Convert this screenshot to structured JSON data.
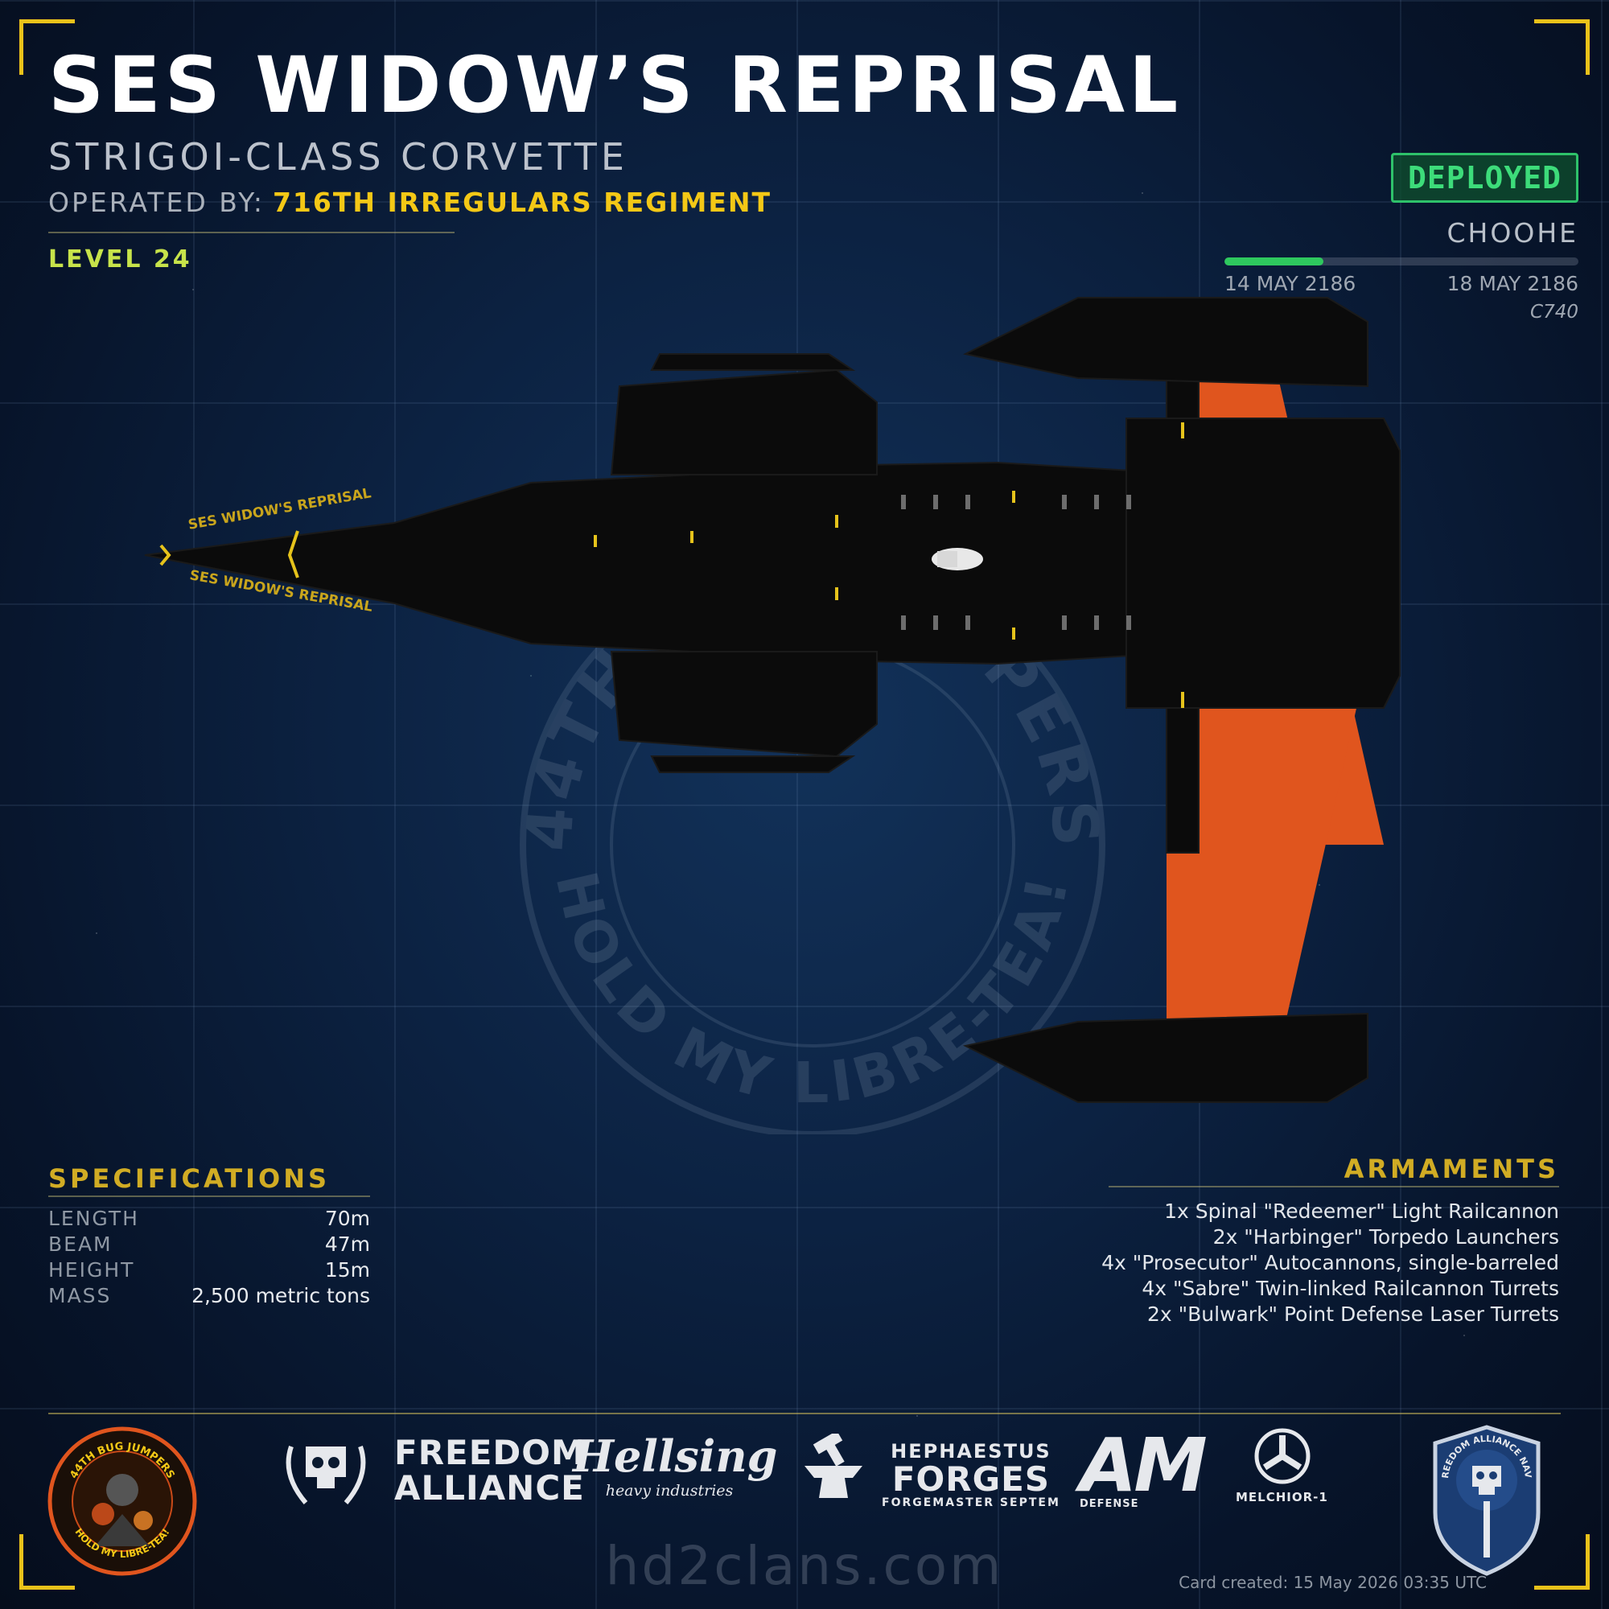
{
  "ship": {
    "name": "SES WIDOW’S REPRISAL",
    "class": "STRIGOI-CLASS CORVETTE",
    "operated_label": "OPERATED BY:",
    "operator": "716TH IRREGULARS REGIMENT",
    "level": "LEVEL 24",
    "hull_text": "SES WIDOW'S REPRISAL"
  },
  "deployment": {
    "status": "DEPLOYED",
    "location": "CHOOHE",
    "progress": 0.28,
    "start_date": "14 MAY 2186",
    "end_date": "18 MAY 2186",
    "code": "C740"
  },
  "specifications": {
    "heading": "SPECIFICATIONS",
    "rows": [
      {
        "label": "LENGTH",
        "value": "70m"
      },
      {
        "label": "BEAM",
        "value": "47m"
      },
      {
        "label": "HEIGHT",
        "value": "15m"
      },
      {
        "label": "MASS",
        "value": "2,500 metric tons"
      }
    ]
  },
  "armaments": {
    "heading": "ARMAMENTS",
    "items": [
      "1x Spinal \"Redeemer\" Light Railcannon",
      "2x \"Harbinger\" Torpedo Launchers",
      "4x \"Prosecutor\" Autocannons, single-barreled",
      "4x \"Sabre\" Twin-linked Railcannon Turrets",
      "2x \"Bulwark\" Point Defense Laser Turrets"
    ]
  },
  "emblem": {
    "top": "44TH BUG JUMPERS",
    "bottom": "HOLD MY LIBRE-TEA!"
  },
  "logos": {
    "clan_top": "44TH BUG JUMPERS",
    "clan_bottom": "HOLD MY LIBRE-TEA!",
    "freedom_1": "FREEDOM",
    "freedom_2": "ALLIANCE",
    "hellsing_1": "Hellsing",
    "hellsing_2": "heavy industries",
    "heph_1": "HEPHAESTUS",
    "heph_2": "FORGES",
    "heph_3": "FORGEMASTER SEPTEM",
    "am_1": "AM",
    "am_2": "DEFENSE",
    "melchior": "MELCHIOR-1",
    "navy": "FREEDOM ALLIANCE NAVY"
  },
  "footer": {
    "site": "hd2clans.com",
    "created": "Card created: 15 May 2026 03:35 UTC"
  },
  "colors": {
    "accent": "#f4c816",
    "status": "#3ddc7a",
    "wing": "#e0551e",
    "level": "#c7e34a"
  }
}
